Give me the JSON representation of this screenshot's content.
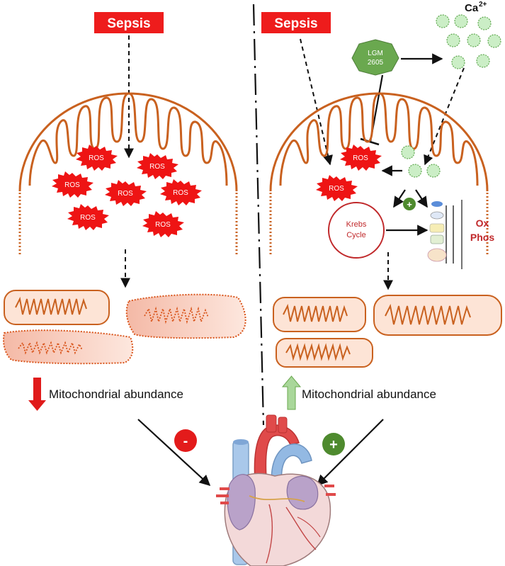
{
  "left": {
    "stimulus_label": "Sepsis",
    "ros_labels": [
      "ROS",
      "ROS",
      "ROS",
      "ROS",
      "ROS",
      "ROS",
      "ROS"
    ],
    "outcome_label": "Mitochondrial abundance",
    "effect_sign": "-"
  },
  "right": {
    "stimulus_label": "Sepsis",
    "drug_line1": "LGM",
    "drug_line2": "2605",
    "ion_label": "Ca",
    "ion_charge": "2+",
    "ros_labels": [
      "ROS",
      "ROS"
    ],
    "stimulate_sign": "+",
    "krebs_line1": "Krebs",
    "krebs_line2": "Cycle",
    "oxphos_line1": "Ox",
    "oxphos_line2": "Phos",
    "outcome_label": "Mitochondrial abundance",
    "effect_sign": "+"
  },
  "colors": {
    "sepsis_red": "#ee1c1c",
    "membrane": "#c9611f",
    "down_arrow": "#e01b1b",
    "up_arrow": "#8fc47a",
    "drug_green": "#6aa84f",
    "calcium_green": "#b7e3b0",
    "plus_badge": "#4e8a2e",
    "minus_badge": "#e31b1b",
    "krebs_circle": "#c0282a",
    "oxphos_text": "#c0282a"
  },
  "icons": [
    "heart-illustration",
    "ros-burst-icon",
    "calcium-ion-icon",
    "electron-transport-chain-icon"
  ]
}
